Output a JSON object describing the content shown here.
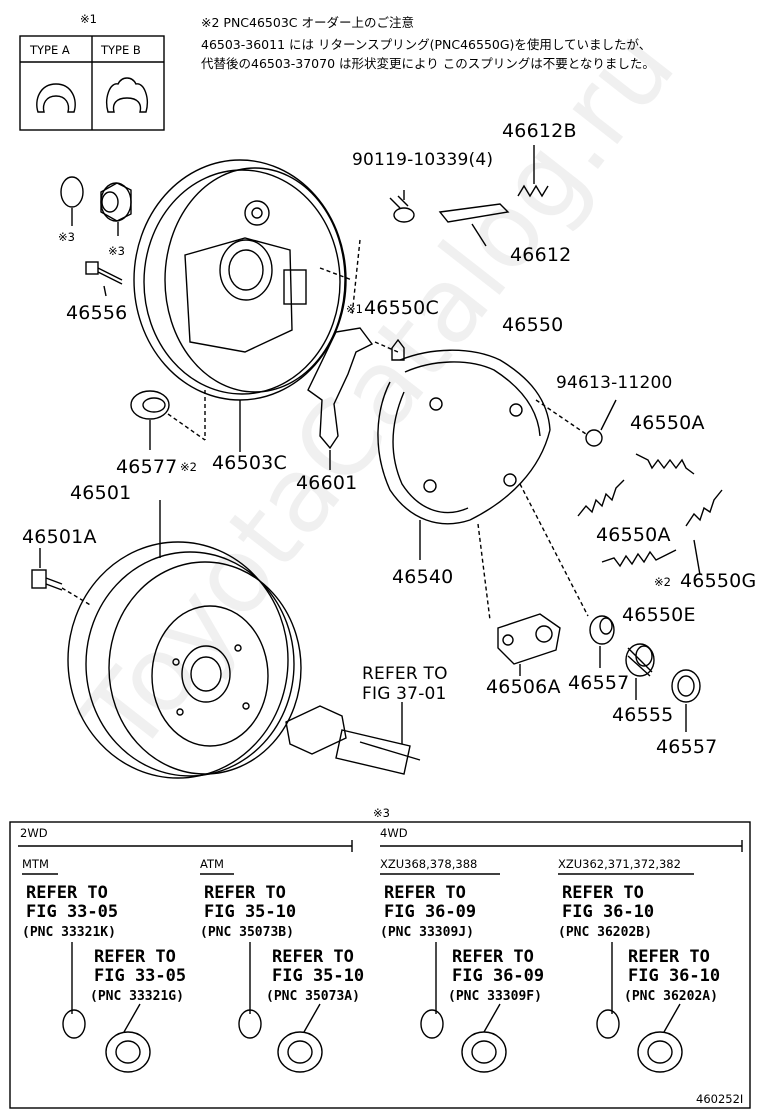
{
  "markers": {
    "m1": "※1",
    "m3_top": "※3",
    "m3_left": "※3",
    "m3_right": "※3",
    "m2_477": "※2",
    "m1_46550C": "※1",
    "m2_46550G": "※2"
  },
  "types": {
    "a": "TYPE A",
    "b": "TYPE B"
  },
  "note": {
    "title": "※2  PNC46503C  オーダー上のご注意",
    "line1": "46503-36011 には リターンスプリング(PNC46550G)を使用していましたが、",
    "line2": "代替後の46503-37070 は形状変更により このスプリングは不要となりました。"
  },
  "parts": {
    "p46612B": "46612B",
    "p90119": "90119-10339(4)",
    "p46612": "46612",
    "p46556": "46556",
    "p46550C": "46550C",
    "p46550": "46550",
    "p94613": "94613-11200",
    "p46550A_top": "46550A",
    "p46577": "46577",
    "p46503C": "46503C",
    "p46601": "46601",
    "p46501": "46501",
    "p46501A": "46501A",
    "p46540": "46540",
    "p46550A_mid": "46550A",
    "p46550G": "46550G",
    "p46550E": "46550E",
    "p46506A": "46506A",
    "p46557_a": "46557",
    "p46555": "46555",
    "p46557_b": "46557"
  },
  "refer_main": {
    "l1": "REFER TO",
    "l2": "FIG 37-01"
  },
  "table": {
    "marker": "※3",
    "g2wd": "2WD",
    "g4wd": "4WD",
    "cols": [
      {
        "head": "MTM",
        "a1": "REFER TO",
        "a2": "FIG 33-05",
        "a3": "(PNC 33321K)",
        "b1": "REFER TO",
        "b2": "FIG 33-05",
        "b3": "(PNC 33321G)"
      },
      {
        "head": "ATM",
        "a1": "REFER TO",
        "a2": "FIG 35-10",
        "a3": "(PNC 35073B)",
        "b1": "REFER TO",
        "b2": "FIG 35-10",
        "b3": "(PNC 35073A)"
      },
      {
        "head": "XZU368,378,388",
        "a1": "REFER TO",
        "a2": "FIG 36-09",
        "a3": "(PNC 33309J)",
        "b1": "REFER TO",
        "b2": "FIG 36-09",
        "b3": "(PNC 33309F)"
      },
      {
        "head": "XZU362,371,372,382",
        "a1": "REFER TO",
        "a2": "FIG 36-10",
        "a3": "(PNC 36202B)",
        "b1": "REFER TO",
        "b2": "FIG 36-10",
        "b3": "(PNC 36202A)"
      }
    ]
  },
  "figure_id": "460252I",
  "watermark": "ToyotaCatalog.ru"
}
